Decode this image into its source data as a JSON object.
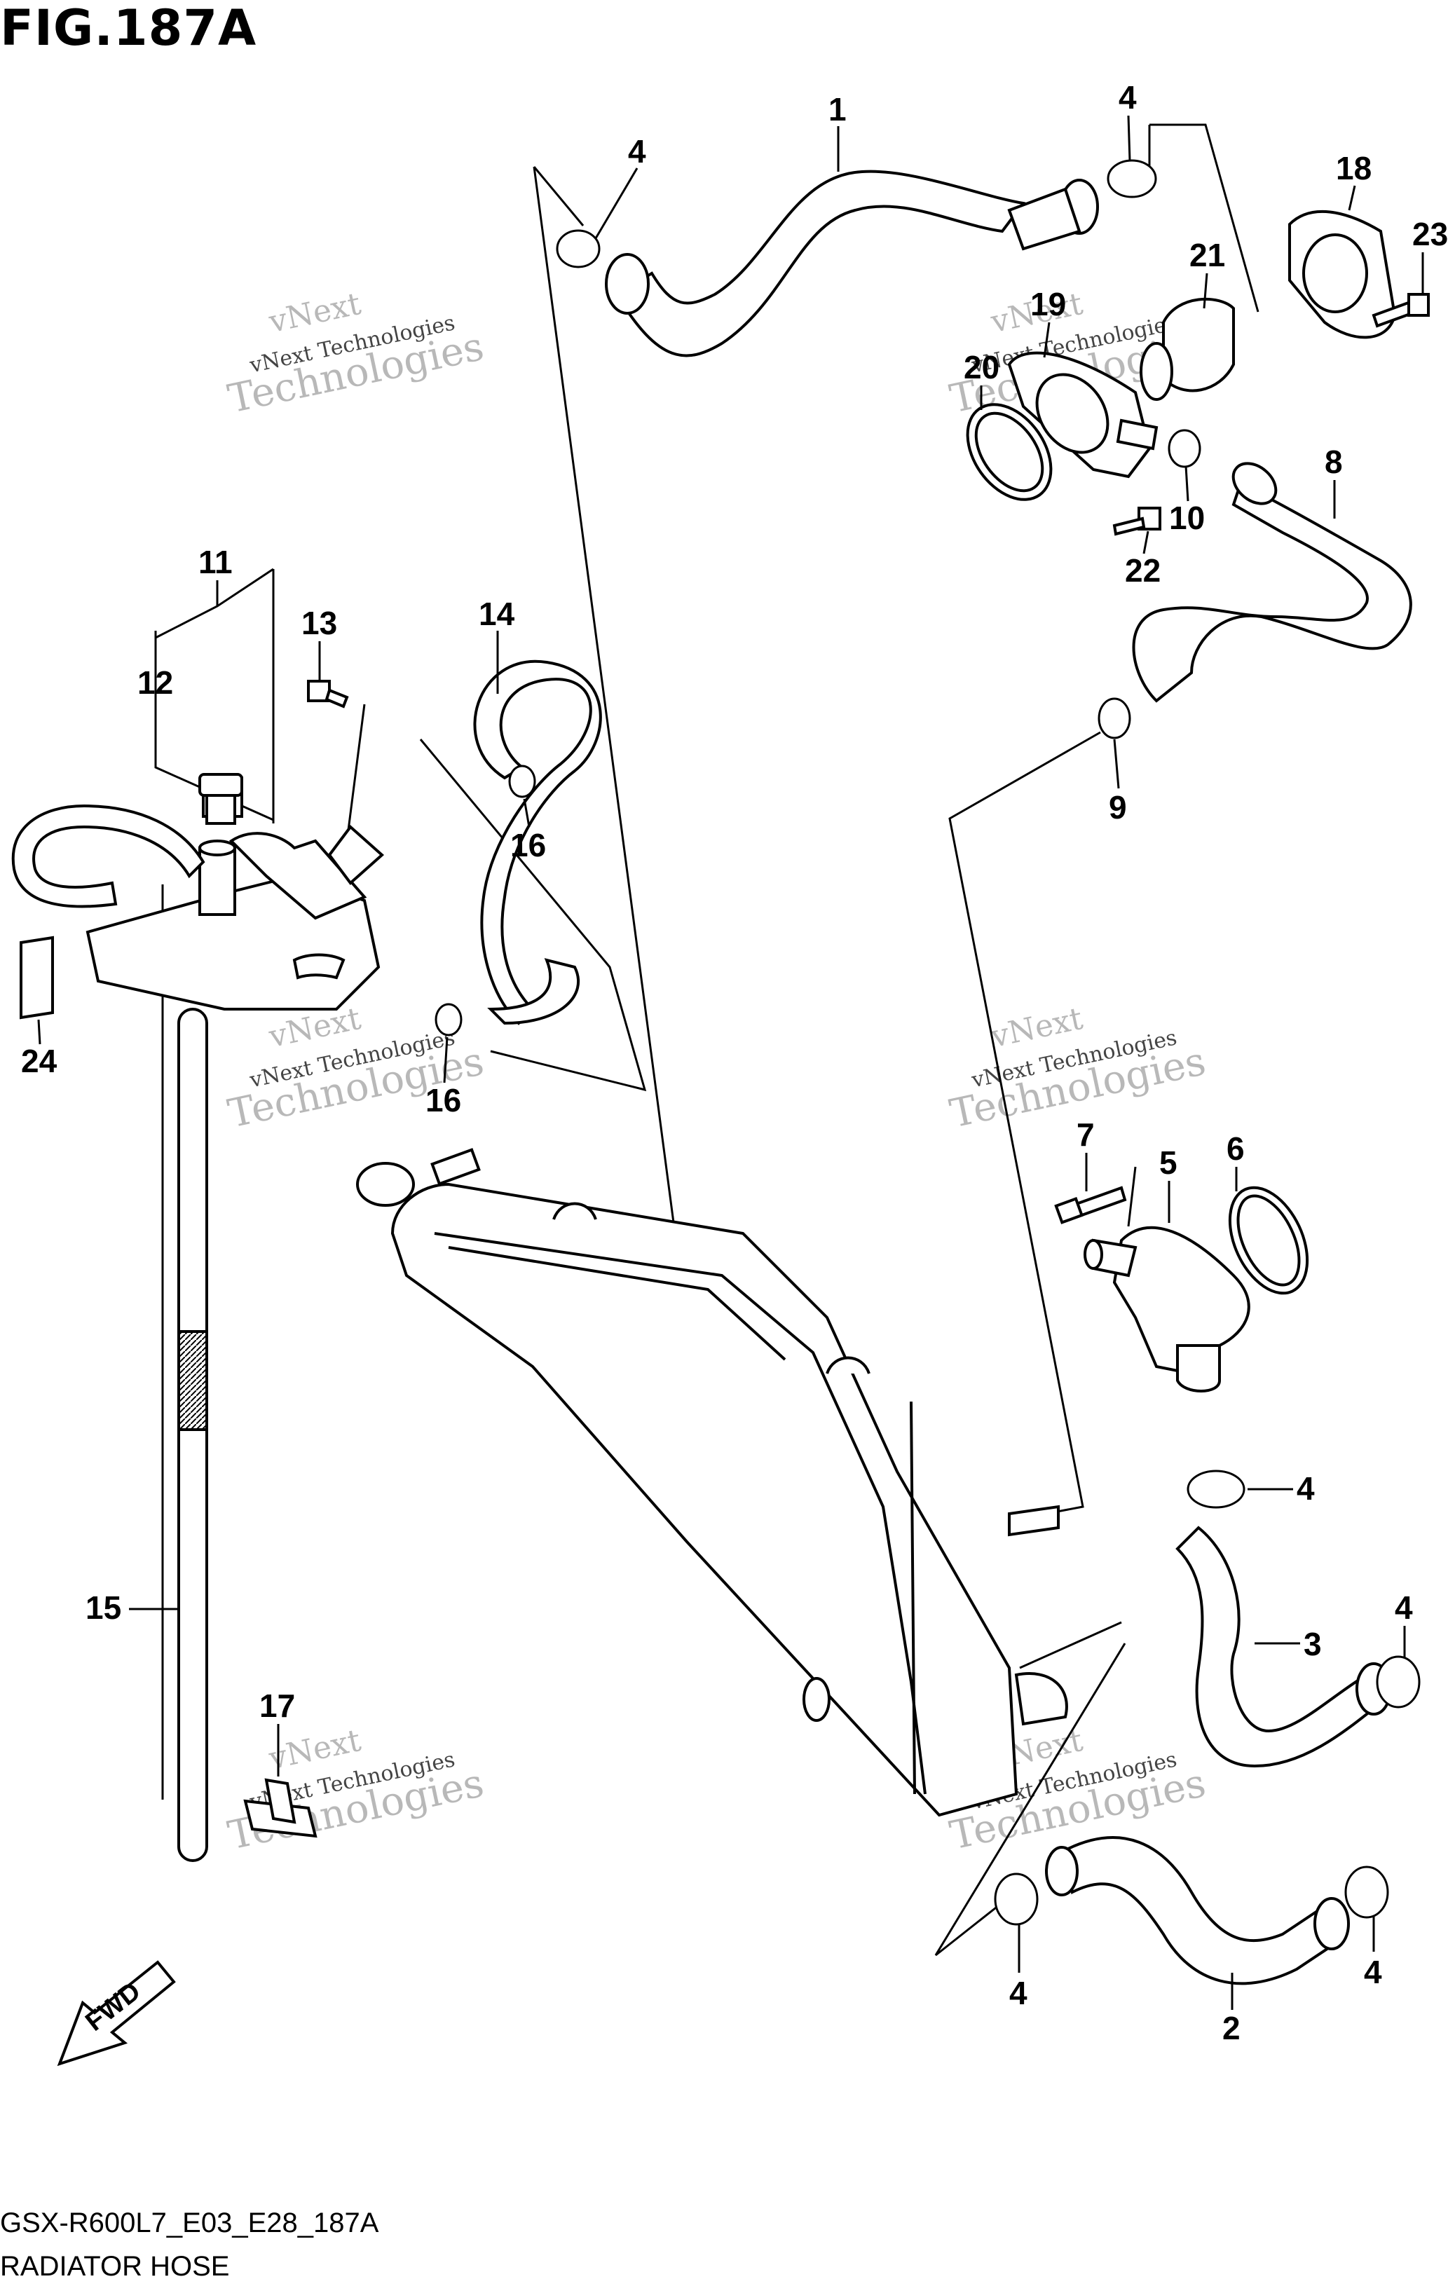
{
  "figure": {
    "title": "FIG.187A",
    "code": "GSX-R600L7_E03_E28_187A",
    "name": "RADIATOR HOSE"
  },
  "watermark": {
    "line1": "vNext",
    "line2": "vNext Technologies",
    "line3": "Technologies"
  },
  "fwd_label": "FWD",
  "callouts": {
    "c1": "1",
    "c2": "2",
    "c3": "3",
    "c4a": "4",
    "c4b": "4",
    "c4c": "4",
    "c4d": "4",
    "c4e": "4",
    "c4f": "4",
    "c5": "5",
    "c6": "6",
    "c7": "7",
    "c8": "8",
    "c9": "9",
    "c10": "10",
    "c11": "11",
    "c12": "12",
    "c13": "13",
    "c14": "14",
    "c15": "15",
    "c16a": "16",
    "c16b": "16",
    "c17": "17",
    "c18": "18",
    "c19": "19",
    "c20": "20",
    "c21": "21",
    "c22": "22",
    "c23": "23",
    "c24": "24"
  }
}
